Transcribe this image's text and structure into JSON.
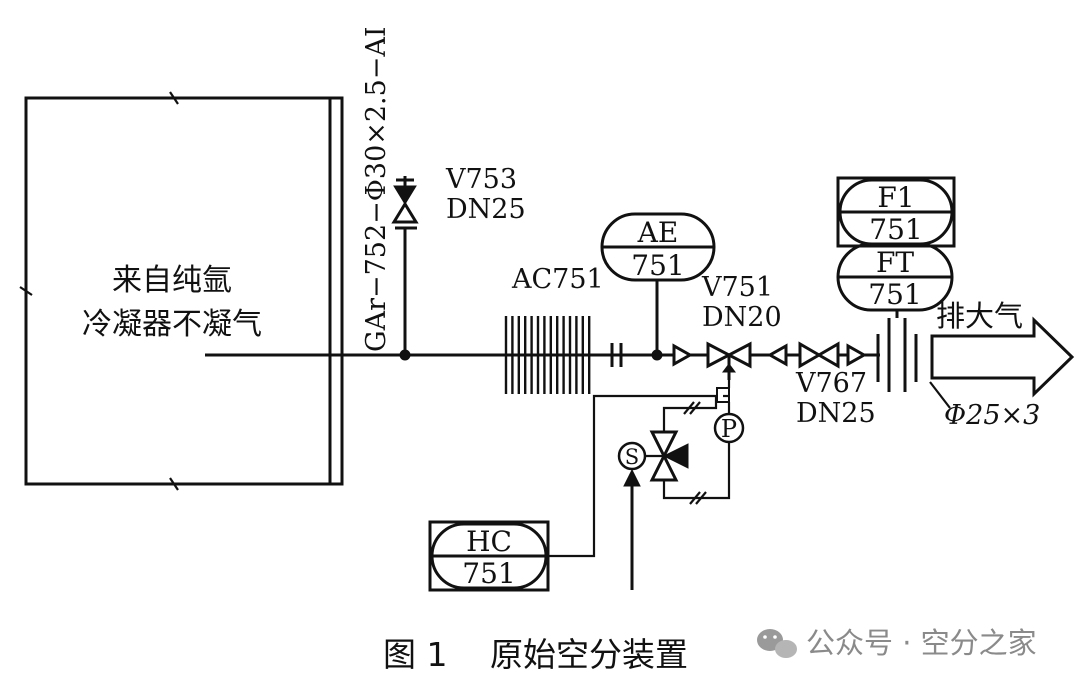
{
  "source_box": {
    "line1": "来自纯氩",
    "line2": "冷凝器不凝气"
  },
  "pipe_spec": "GAr−752−Φ30×2.5−AI",
  "valves": {
    "v753": {
      "tag": "V753",
      "size": "DN25"
    },
    "v751": {
      "tag": "V751",
      "size": "DN20"
    },
    "v767": {
      "tag": "V767",
      "size": "DN25"
    }
  },
  "cooler": {
    "tag": "AC751"
  },
  "instruments": {
    "ae": {
      "func": "AE",
      "loop": "751"
    },
    "f1": {
      "func": "F1",
      "loop": "751"
    },
    "ft": {
      "func": "FT",
      "loop": "751"
    },
    "hc": {
      "func": "HC",
      "loop": "751"
    }
  },
  "actuator": {
    "positioner": "P",
    "solenoid": "S"
  },
  "outlet": {
    "label": "排大气",
    "spec": "Φ25×3"
  },
  "caption": {
    "number": "图 1",
    "title": "原始空分装置"
  },
  "watermark": {
    "text": "公众号 · 空分之家",
    "icon": "wechat-icon"
  },
  "colors": {
    "line": "#111111",
    "watermark": "#8a8a8a"
  }
}
